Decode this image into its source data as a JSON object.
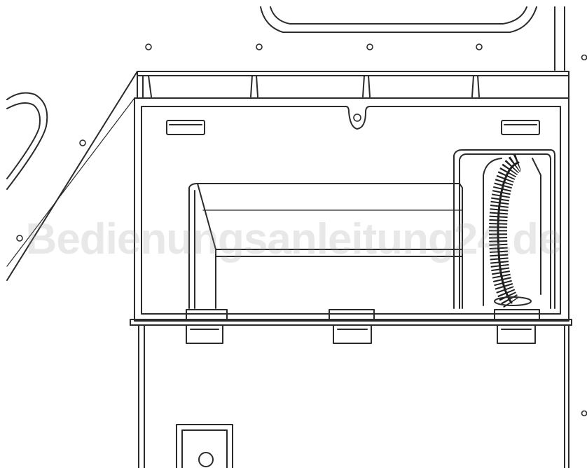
{
  "colors": {
    "line": "#2b2b2b",
    "hose": "#1f1f1f",
    "background": "#ffffff",
    "watermark": "rgba(150,150,150,0.22)"
  },
  "watermark": {
    "text": "Bedienungsanleitung24.de",
    "kind": "watermark"
  },
  "parts": {
    "access_panel": "service-access-panel",
    "drain_hose": "corrugated-drain-hose",
    "screw_holes": "screw-hole-icon",
    "tabs": "mounting-tab"
  }
}
